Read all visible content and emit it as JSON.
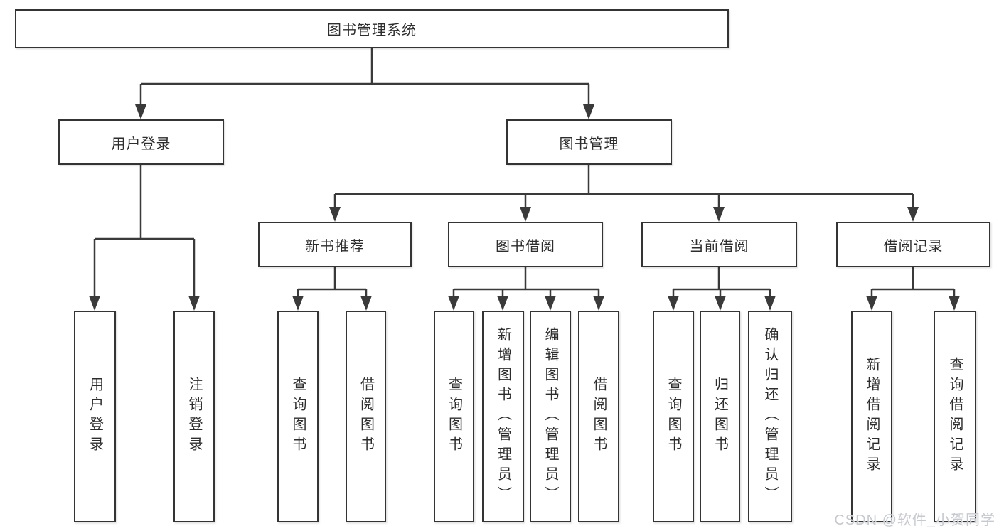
{
  "diagram": {
    "root": {
      "label": "图书管理系统",
      "children": [
        {
          "label": "用户登录",
          "children": [
            {
              "label": "用户登录"
            },
            {
              "label": "注销登录"
            }
          ]
        },
        {
          "label": "图书管理",
          "children": [
            {
              "label": "新书推荐",
              "children": [
                {
                  "label": "查询图书"
                },
                {
                  "label": "借阅图书"
                }
              ]
            },
            {
              "label": "图书借阅",
              "children": [
                {
                  "label": "查询图书"
                },
                {
                  "label": "新增图书（管理员）"
                },
                {
                  "label": "编辑图书（管理员）"
                },
                {
                  "label": "借阅图书"
                }
              ]
            },
            {
              "label": "当前借阅",
              "children": [
                {
                  "label": "查询图书"
                },
                {
                  "label": "归还图书"
                },
                {
                  "label": "确认归还（管理员）"
                }
              ]
            },
            {
              "label": "借阅记录",
              "children": [
                {
                  "label": "新增借阅记录"
                },
                {
                  "label": "查询借阅记录"
                }
              ]
            }
          ]
        }
      ]
    }
  },
  "watermark": {
    "text": "CSDN @软件_小贺同学"
  },
  "colors": {
    "line": "#3a3a3a",
    "box_border": "#343434",
    "box_fill": "#ffffff",
    "text": "#2d2d2d",
    "watermark": "#c6cad0"
  }
}
